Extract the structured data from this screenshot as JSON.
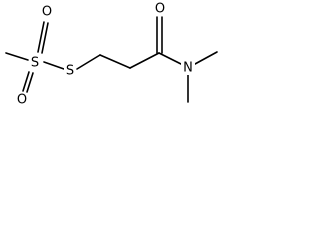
{
  "molecule": {
    "atoms": {
      "s_sulfonyl": "S",
      "o_top": "O",
      "o_bottom": "O",
      "s_thio": "S",
      "o_carbonyl": "O",
      "n_amide": "N"
    }
  },
  "colors": {
    "bond": "#000000",
    "label": "#000000",
    "background": "#ffffff"
  }
}
